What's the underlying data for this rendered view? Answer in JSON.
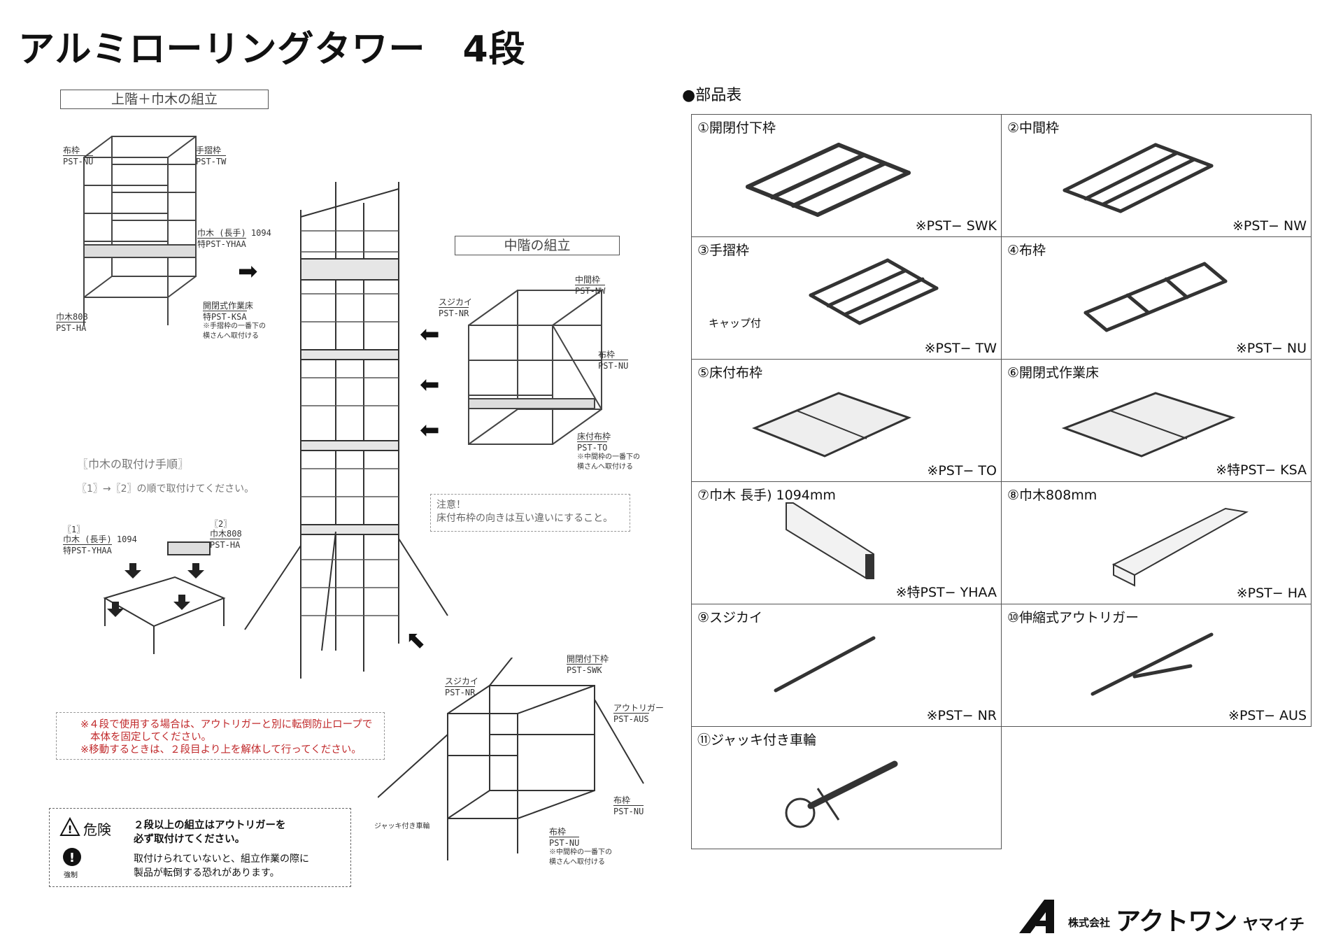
{
  "title": "アルミローリングタワー　4段",
  "labels": {
    "upper": "上階＋巾木の組立",
    "middle": "中階の組立"
  },
  "upper_parts": {
    "nu": {
      "name": "布枠",
      "code": "PST-NU"
    },
    "tw": {
      "name": "手摺枠",
      "code": "PST-TW"
    },
    "yhaa": {
      "name": "巾木 (長手) 1094",
      "code": "特PST-YHAA"
    },
    "ksa": {
      "name": "開閉式作業床",
      "code": "特PST-KSA",
      "note1": "※手摺枠の一番下の",
      "note2": "横さんへ取付ける"
    },
    "ha": {
      "name": "巾木808",
      "code": "PST-HA"
    }
  },
  "middle_parts": {
    "nw": {
      "name": "中間枠",
      "code": "PST-NW"
    },
    "nr": {
      "name": "スジカイ",
      "code": "PST-NR"
    },
    "nu": {
      "name": "布枠",
      "code": "PST-NU"
    },
    "to": {
      "name": "床付布枠",
      "code": "PST-TO",
      "note1": "※中間枠の一番下の",
      "note2": "横さんへ取付ける"
    }
  },
  "procedure": {
    "heading": "〖巾木の取付け手順〗",
    "text": "〖1〗→〖2〗の順で取付けてください。",
    "step1": {
      "num": "〖1〗",
      "name": "巾木 (長手) 1094",
      "code": "特PST-YHAA"
    },
    "step2": {
      "num": "〖2〗",
      "name": "巾木808",
      "code": "PST-HA"
    }
  },
  "caution": {
    "line1": "注意！",
    "line2": "床付布枠の向きは互い違いにすること。"
  },
  "base_parts": {
    "swk": {
      "name": "開閉付下枠",
      "code": "PST-SWK"
    },
    "nr": {
      "name": "スジカイ",
      "code": "PST-NR"
    },
    "aus": {
      "name": "アウトリガー",
      "code": "PST-AUS"
    },
    "jack": {
      "name": "ジャッキ付き車輪"
    },
    "nu1": {
      "name": "布枠",
      "code": "PST-NU"
    },
    "nu2": {
      "name": "布枠",
      "code": "PST-NU",
      "note1": "※中間枠の一番下の",
      "note2": "横さんへ取付ける"
    }
  },
  "red_warning": {
    "line1": "※４段で使用する場合は、アウトリガーと別に転倒防止ロープで",
    "line2": "本体を固定してください。",
    "line3": "※移動するときは、２段目より上を解体して行ってください。"
  },
  "danger": {
    "label": "危険",
    "mandatory": "強制",
    "line1": "２段以上の組立はアウトリガーを",
    "line2": "必ず取付けてください。",
    "line3": "取付けられていないと、組立作業の際に",
    "line4": "製品が転倒する恐れがあります。"
  },
  "parts_table": {
    "heading": "●部品表",
    "items": [
      {
        "name": "①開閉付下枠",
        "code": "※PST− SWK"
      },
      {
        "name": "②中間枠",
        "code": "※PST− NW"
      },
      {
        "name": "③手摺枠",
        "code": "※PST− TW",
        "note": "キャップ付"
      },
      {
        "name": "④布枠",
        "code": "※PST− NU"
      },
      {
        "name": "⑤床付布枠",
        "code": "※PST− TO"
      },
      {
        "name": "⑥開閉式作業床",
        "code": "※特PST− KSA"
      },
      {
        "name": "⑦巾木  長手) 1094mm",
        "code": "※特PST− YHAA"
      },
      {
        "name": "⑧巾木808mm",
        "code": "※PST− HA"
      },
      {
        "name": "⑨スジカイ",
        "code": "※PST− NR"
      },
      {
        "name": "⑩伸縮式アウトリガー",
        "code": "※PST− AUS"
      },
      {
        "name": "⑪ジャッキ付き車輪",
        "code": ""
      }
    ]
  },
  "logo": {
    "company": "株式会社",
    "brand": "アクトワン",
    "sub": "ヤマイチ"
  }
}
